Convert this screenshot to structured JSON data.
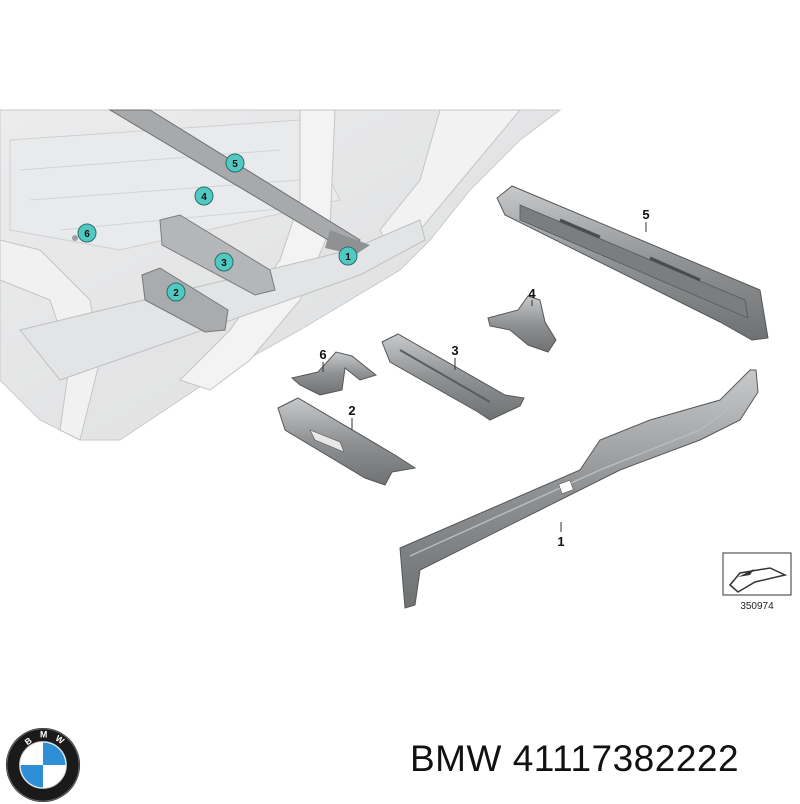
{
  "parts": [
    {
      "id": "1",
      "label": "1"
    },
    {
      "id": "2",
      "label": "2"
    },
    {
      "id": "3",
      "label": "3"
    },
    {
      "id": "4",
      "label": "4"
    },
    {
      "id": "5",
      "label": "5"
    },
    {
      "id": "6",
      "label": "6"
    }
  ],
  "callouts": [
    "1",
    "2",
    "3",
    "4",
    "5",
    "6"
  ],
  "reference_code": "350974",
  "brand": {
    "name": "BMW",
    "part_number": "41117382222",
    "caption": "BMW 41117382222",
    "logo_letters": "BMW",
    "logo_colors": {
      "ring": "#1a1a1a",
      "blue": "#2e8fd6",
      "white": "#ffffff"
    }
  },
  "colors": {
    "callout_fill": "#52c8c2",
    "part_gray": "#8e9092",
    "body_gray": "#e6e7e8"
  }
}
